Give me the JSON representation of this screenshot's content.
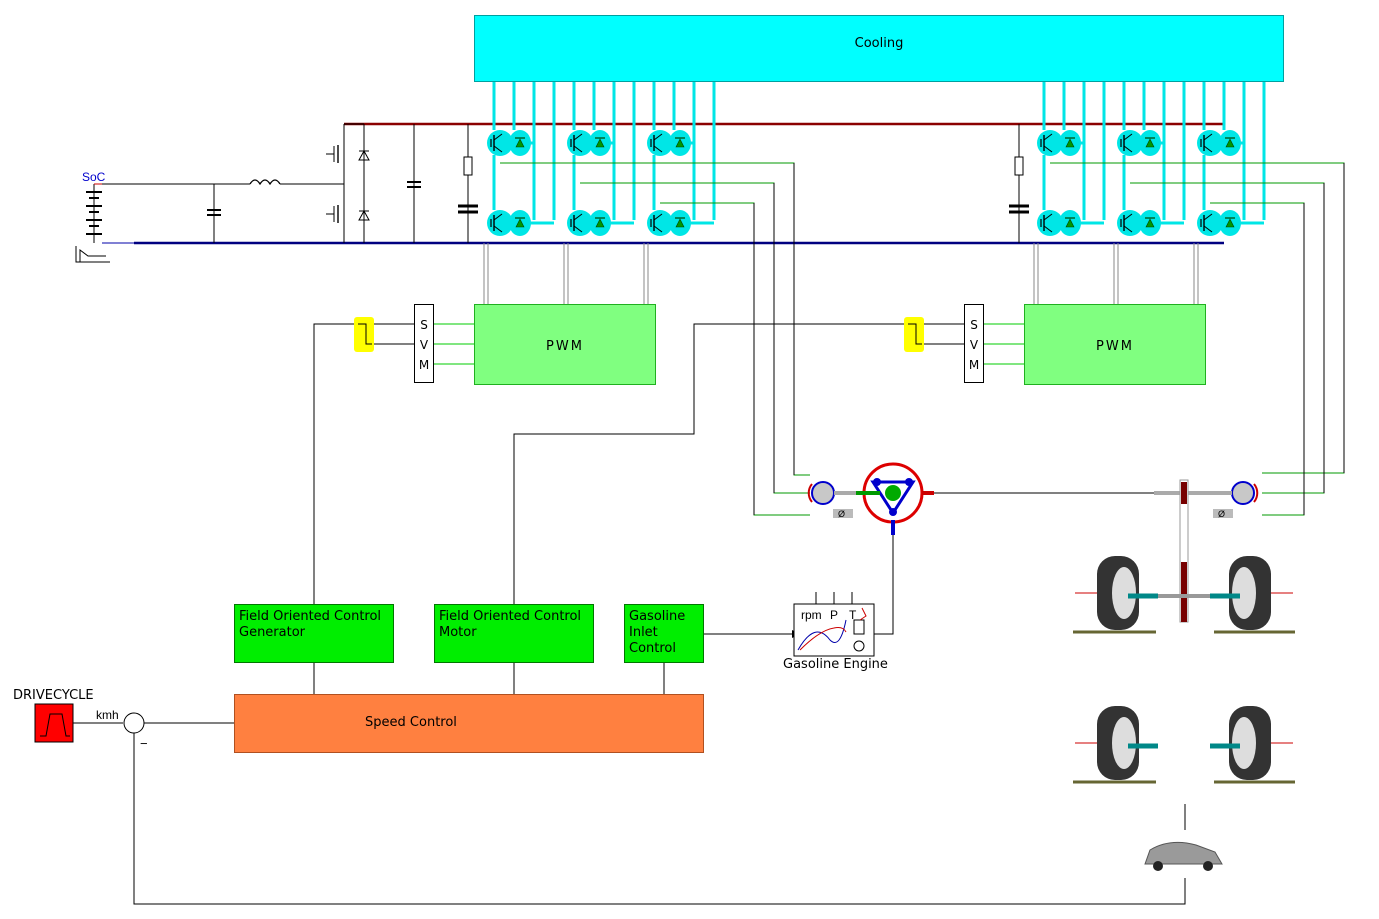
{
  "blocks": {
    "cooling": "Cooling",
    "pwm_left": "PWM",
    "pwm_right": "PWM",
    "svm_left": [
      "S",
      "V",
      "M"
    ],
    "svm_right": [
      "S",
      "V",
      "M"
    ],
    "foc_generator": "Field Oriented Control\nGenerator",
    "foc_motor": "Field Oriented Control\nMotor",
    "gasoline_inlet": "Gasoline\nInlet\nControl",
    "speed_control": "Speed Control"
  },
  "labels": {
    "soc": "SoC",
    "drivecycle": "DRIVECYCLE",
    "kmh": "kmh",
    "minus": "−",
    "gasoline_engine": "Gasoline Engine",
    "engine_rpm": "rpm",
    "engine_p": "P",
    "engine_t": "T",
    "sensor_left": "Ø",
    "sensor_right": "Ø"
  },
  "colors": {
    "cooling": "#00ffff",
    "pwm": "#80ff80",
    "foc": "#00ee00",
    "speed_control": "#ff8040",
    "dc_positive": "#8b0000",
    "dc_negative": "#000080",
    "drivecycle": "#ff0000",
    "svm_tag": "#ffff00"
  }
}
